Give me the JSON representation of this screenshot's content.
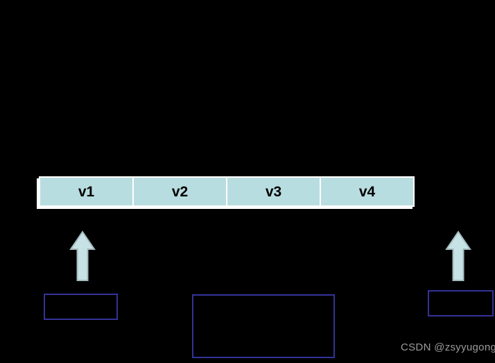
{
  "bar": {
    "cells": [
      {
        "label": "v1"
      },
      {
        "label": "v2"
      },
      {
        "label": "v3"
      },
      {
        "label": "v4"
      }
    ]
  },
  "arrows": [
    {
      "name": "left-up-arrow"
    },
    {
      "name": "right-up-arrow"
    }
  ],
  "annotation_boxes": [
    {
      "position": "left",
      "label": ""
    },
    {
      "position": "middle",
      "label": ""
    },
    {
      "position": "right",
      "label": ""
    }
  ],
  "watermark": {
    "text": "CSDN @zsyyugong"
  },
  "colors": {
    "background": "#000000",
    "cell-fill": "#b8dde0",
    "cell-border": "#ffffff",
    "arrow-fill": "#c6e2e5",
    "arrow-stroke": "#a4babd",
    "box-border": "#333399",
    "watermark": "#9b9b9b",
    "label-text": "#000000"
  }
}
